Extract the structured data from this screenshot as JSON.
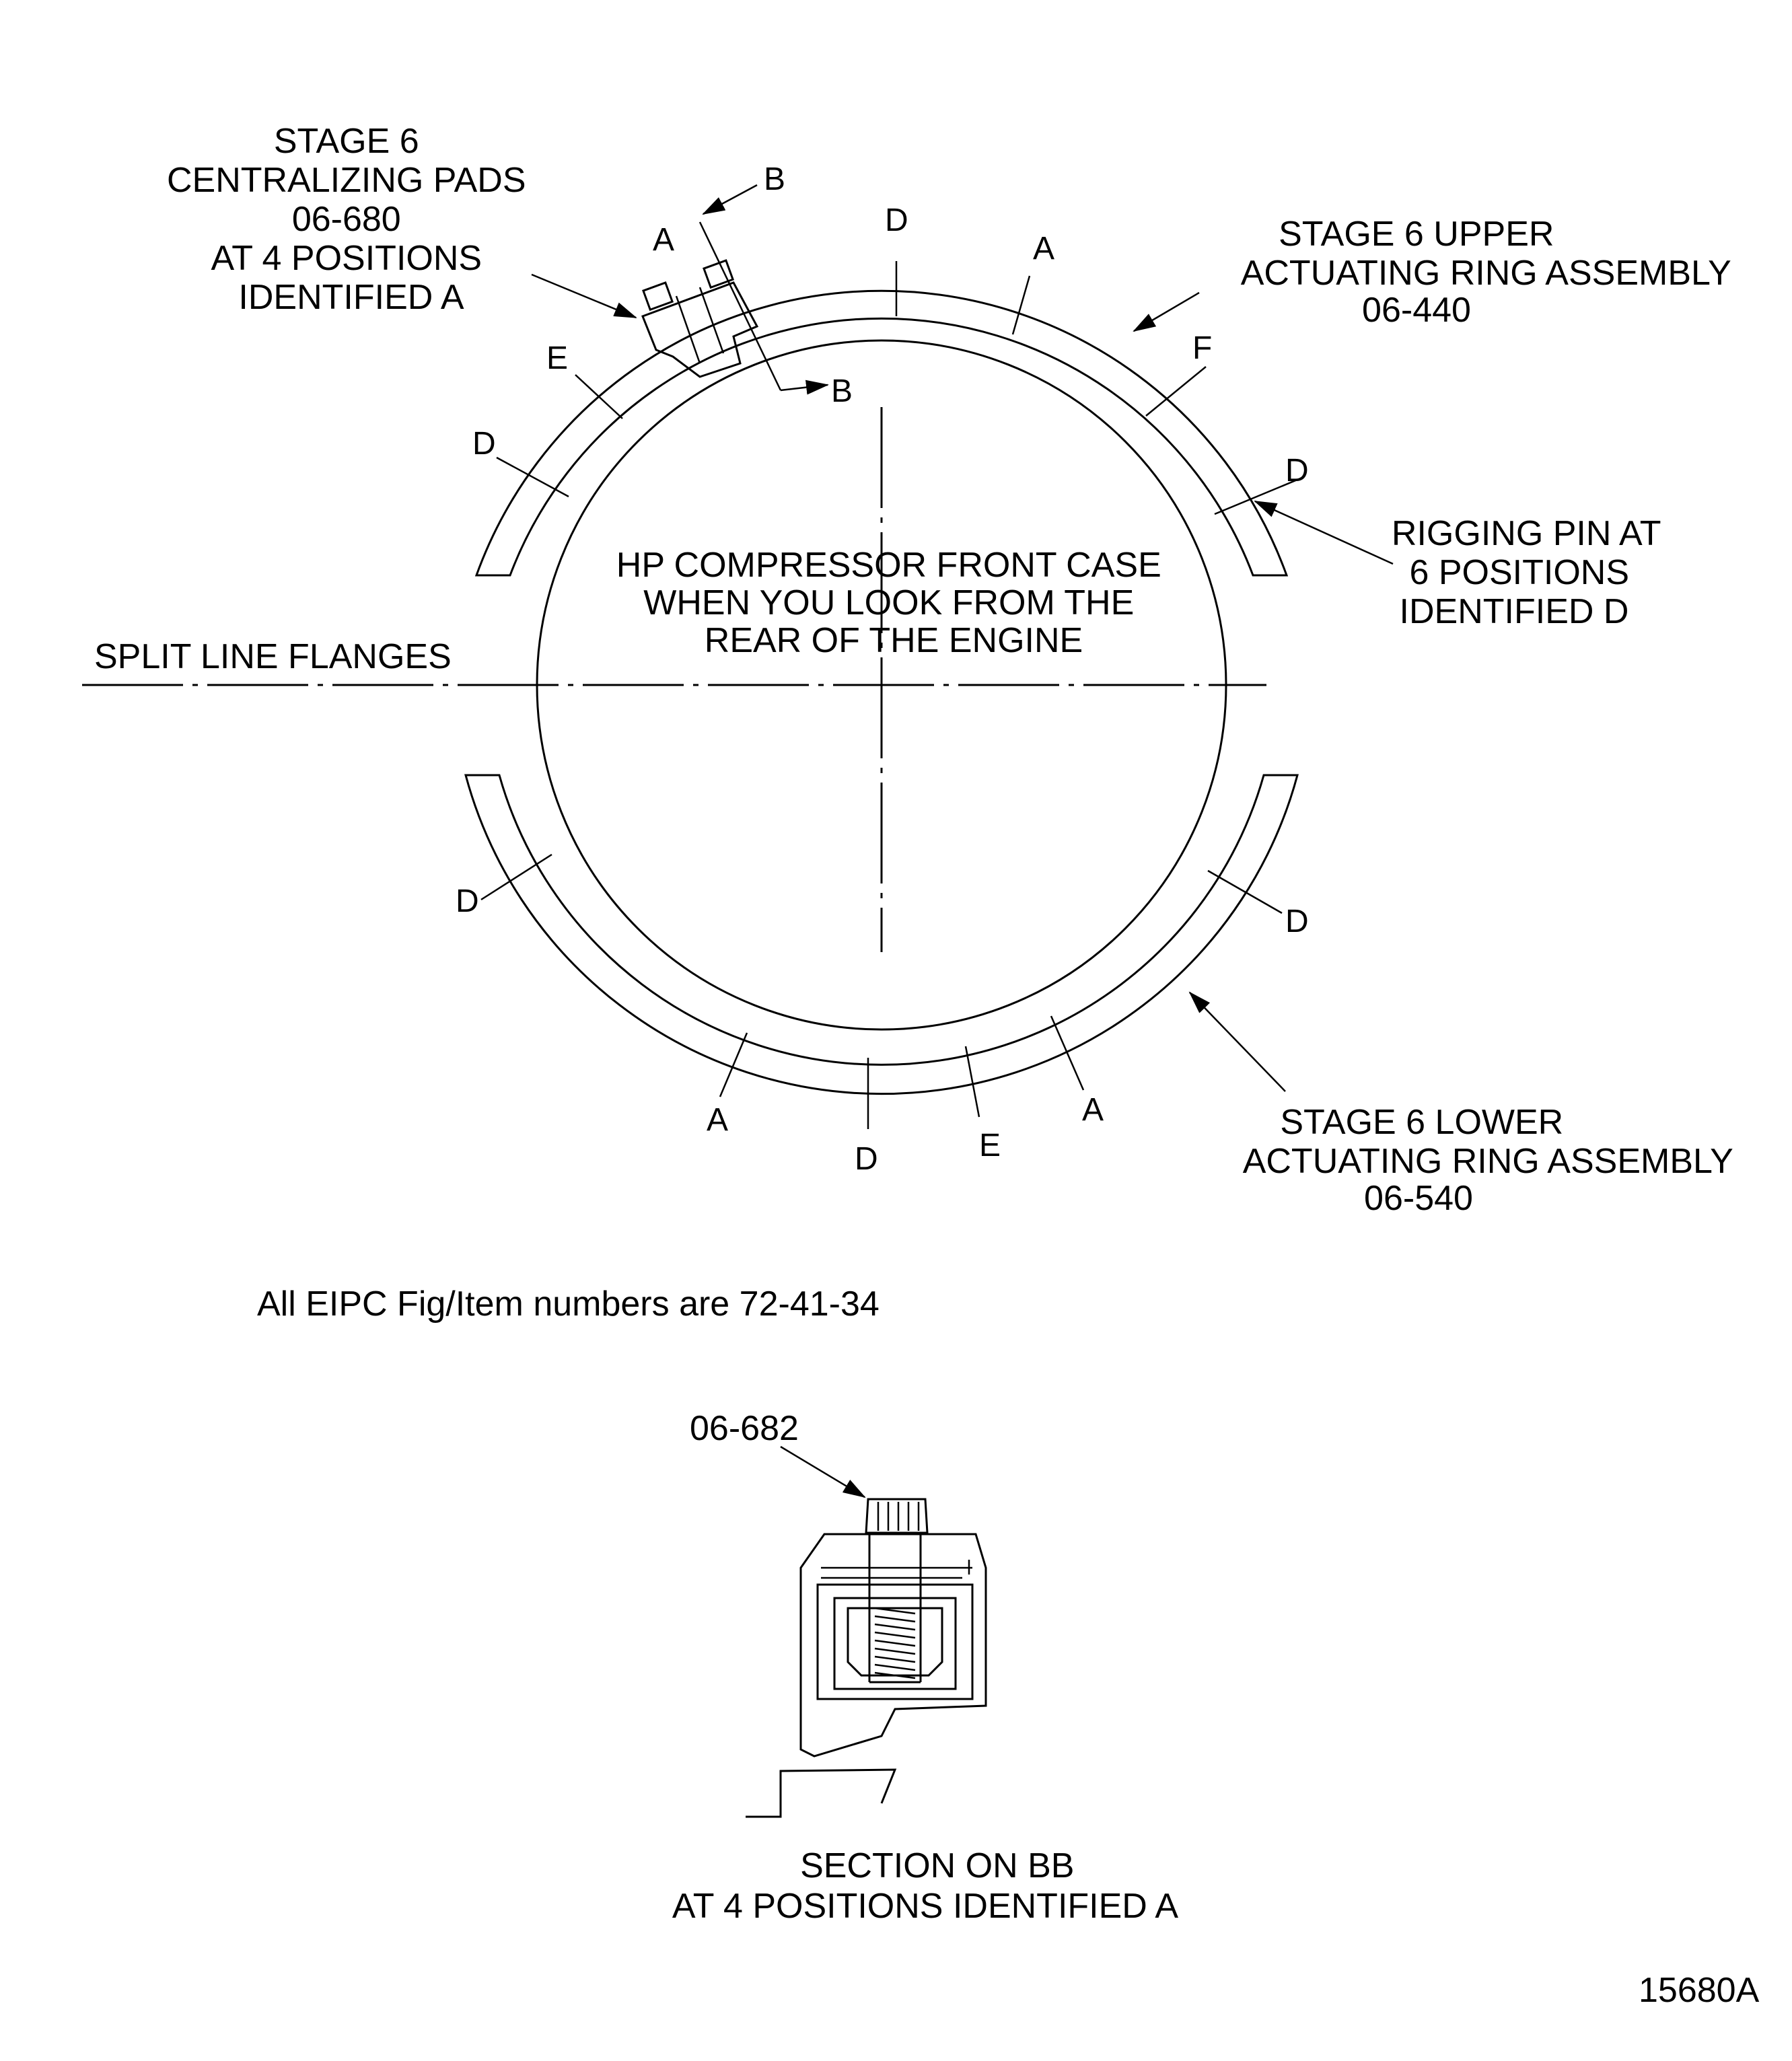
{
  "labels": {
    "pads_title": [
      "STAGE 6",
      "CENTRALIZING PADS",
      "06-680",
      "AT 4 POSITIONS",
      "IDENTIFIED  A"
    ],
    "upper_ring": [
      "STAGE 6 UPPER",
      "ACTUATING RING ASSEMBLY",
      "06-440"
    ],
    "rigging_pin": [
      "RIGGING PIN AT",
      "6 POSITIONS",
      "IDENTIFIED D"
    ],
    "front_case": [
      "HP COMPRESSOR FRONT CASE",
      "WHEN YOU LOOK FROM THE",
      "REAR OF THE ENGINE"
    ],
    "split_line": "SPLIT LINE FLANGES",
    "lower_ring": [
      "STAGE 6 LOWER",
      "ACTUATING RING ASSEMBLY",
      "06-540"
    ],
    "eipc_note": "All EIPC Fig/Item numbers are 72-41-34",
    "bolt_ref": "06-682",
    "section_title": [
      "SECTION ON BB",
      "AT 4 POSITIONS IDENTIFIED  A"
    ],
    "figure_id": "15680A"
  },
  "markers": {
    "b_top": "B",
    "b_bottom": "B",
    "a_pad": "A",
    "upper_d_top": "D",
    "upper_a": "A",
    "upper_e": "E",
    "upper_f": "F",
    "upper_d_left": "D",
    "upper_d_right": "D",
    "lower_d_left": "D",
    "lower_d_right": "D",
    "lower_a_left": "A",
    "lower_d_bottom": "D",
    "lower_e": "E",
    "lower_a_right": "A"
  }
}
